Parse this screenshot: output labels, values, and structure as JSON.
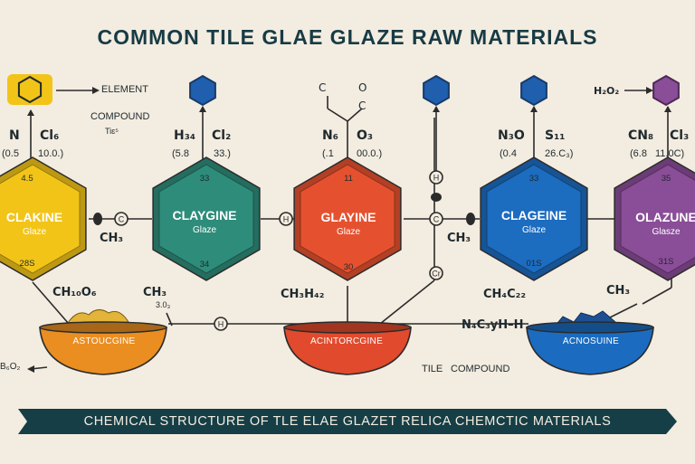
{
  "title": "COMMON TILE GLAE GLAZE RAW MATERIALS",
  "banner": "CHEMICAL STRUCTURE OF TLE ELAE GLAZET RELICA CHEMCTIC MATERIALS",
  "legend": {
    "element": "ELEMENT",
    "compound": "COMPOUND",
    "compound_sub": "Tiɛ⁵"
  },
  "top_labels": [
    {
      "a": "N",
      "b": "Cl₆",
      "c": "(0.5",
      "d": "10.0.)"
    },
    {
      "a": "H₃₄",
      "b": "Cl₂",
      "c": "(5.8",
      "d": "33.)"
    },
    {
      "a": "N₆",
      "b": "O₃",
      "c": "(.1",
      "d": "00.0.)"
    },
    {
      "a": "N₃O",
      "b": "S₁₁",
      "c": "(0.4",
      "d": "26.C₃)"
    },
    {
      "a": "CN₈",
      "b": "Cl₃",
      "c": "(6.8",
      "d": "11.0C)"
    }
  ],
  "hexagons": [
    {
      "name": "CLAKINE",
      "sub": "Glaze",
      "top": "4.5",
      "bottom": "28S",
      "color": "#f2c418"
    },
    {
      "name": "CLAYGINE",
      "sub": "Glaze",
      "top": "33",
      "bottom": "34",
      "color": "#2e8c7a"
    },
    {
      "name": "GLAYINE",
      "sub": "Glaze",
      "top": "11",
      "bottom": "30",
      "color": "#e5512f"
    },
    {
      "name": "CLAGEINE",
      "sub": "Glaze",
      "top": "33",
      "bottom": "01S",
      "color": "#1c6cc0"
    },
    {
      "name": "OLAZUNE",
      "sub": "Glasze",
      "top": "35",
      "bottom": "31S",
      "color": "#8a4d98"
    }
  ],
  "icons": {
    "yellow": "#f2c418",
    "blue": "#1f5fae",
    "purple": "#8a4d98"
  },
  "formulas": {
    "ch3_left": "CH₃",
    "ch3_mid": "CH₃",
    "ch3_right": "CH₃",
    "ch100": "CH₁₀O₆",
    "ch3_b": "CH₃",
    "ch3_sub": "3.0₃",
    "chsh": "CH₃H₄₂",
    "chcz": "CH₄C₂₂",
    "nacyh": "N₄C₃yH–H",
    "h2o2": "H₂O₂",
    "bo2": "B₆O₂",
    "c_top": "C",
    "o_top": "O",
    "c2_top": "C"
  },
  "nodes": {
    "c": "C",
    "h": "H",
    "cr": "Cr"
  },
  "bowls": [
    {
      "label": "ASTOUCGINE",
      "color": "#ea8e21"
    },
    {
      "label": "ACINTORCGINE",
      "color": "#e14a2c"
    },
    {
      "label": "ACNOSUINE",
      "color": "#1b6cc0"
    }
  ],
  "bottom_labels": {
    "tile": "TILE",
    "compound": "COMPOUND"
  },
  "line_color": "#2b2b2b",
  "banner_color": "#163e46"
}
